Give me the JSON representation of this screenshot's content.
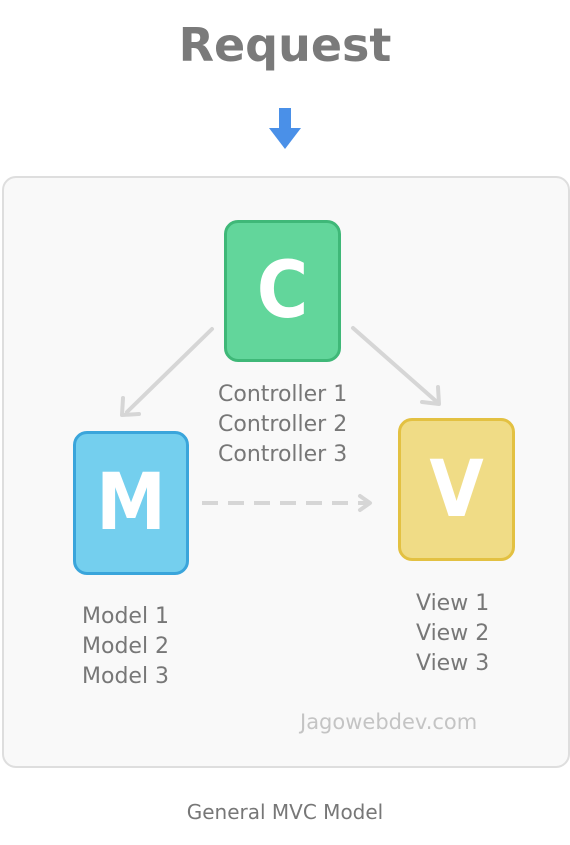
{
  "title": "Request",
  "controller": {
    "letter": "C",
    "items": [
      "Controller 1",
      "Controller 2",
      "Controller 3"
    ],
    "color": "#62d69b"
  },
  "model": {
    "letter": "M",
    "items": [
      "Model 1",
      "Model 2",
      "Model 3"
    ],
    "color": "#74cfee"
  },
  "view": {
    "letter": "V",
    "items": [
      "View 1",
      "View 2",
      "View 3"
    ],
    "color": "#f0dc86"
  },
  "request_arrow_color": "#4a90e8",
  "watermark": "Jagowebdev.com",
  "caption": "General MVC Model"
}
